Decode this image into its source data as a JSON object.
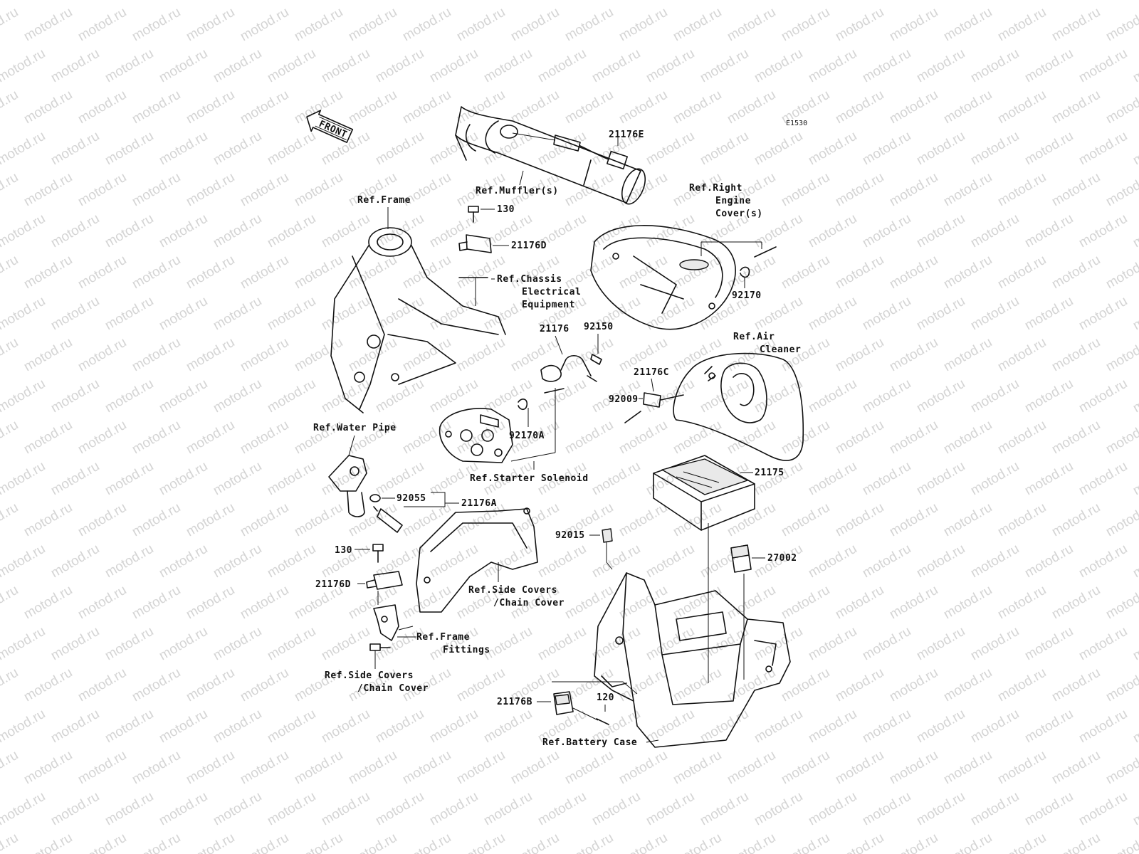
{
  "watermark": {
    "text": "motod.ru"
  },
  "diagram_code": "E1530",
  "front_arrow": {
    "label": "FRONT"
  },
  "labels": {
    "muffler_part": "21176E",
    "ref_muffler": "Ref.Muffler(s)",
    "ref_frame": "Ref.Frame",
    "bolt_130_top": "130",
    "sensor_21176D_top": "21176D",
    "ref_chassis_1": "Ref.Chassis",
    "ref_chassis_2": "Electrical",
    "ref_chassis_3": "Equipment",
    "ref_right_cover_1": "Ref.Right",
    "ref_right_cover_2": "Engine",
    "ref_right_cover_3": "Cover(s)",
    "clamp_92170": "92170",
    "sensor_21176": "21176",
    "bolt_92150": "92150",
    "ref_air_cleaner_1": "Ref.Air",
    "ref_air_cleaner_2": "Cleaner",
    "sensor_21176C": "21176C",
    "bolt_92009": "92009",
    "clamp_92170A": "92170A",
    "ref_water_pipe": "Ref.Water Pipe",
    "ref_starter_solenoid": "Ref.Starter Solenoid",
    "ecu_21175": "21175",
    "oring_92055": "92055",
    "sensor_21176A": "21176A",
    "damper_92015": "92015",
    "relay_27002": "27002",
    "bolt_130_bottom": "130",
    "sensor_21176D_bottom": "21176D",
    "ref_side_covers_1a": "Ref.Side Covers",
    "ref_side_covers_1b": "/Chain Cover",
    "ref_frame_fittings_1": "Ref.Frame",
    "ref_frame_fittings_2": "Fittings",
    "ref_side_covers_2a": "Ref.Side Covers",
    "ref_side_covers_2b": "/Chain Cover",
    "bolt_120": "120",
    "sensor_21176B": "21176B",
    "ref_battery_case": "Ref.Battery Case"
  },
  "colors": {
    "line": "#111111",
    "watermark": "#d4d4d4",
    "background": "#ffffff"
  }
}
